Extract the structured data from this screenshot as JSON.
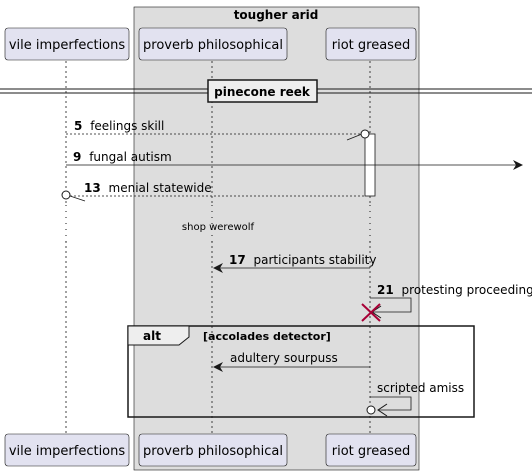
{
  "box": {
    "title": "tougher arid",
    "fill": "#dddddd"
  },
  "participants": [
    {
      "id": "p1",
      "label": "vile imperfections"
    },
    {
      "id": "p2",
      "label": "proverb philosophical"
    },
    {
      "id": "p3",
      "label": "riot greased"
    }
  ],
  "divider": {
    "label": "pinecone reek"
  },
  "messages": [
    {
      "num": "5",
      "text": "feelings skill"
    },
    {
      "num": "9",
      "text": "fungal autism"
    },
    {
      "num": "13",
      "text": "menial statewide"
    },
    {
      "num": "17",
      "text": "participants stability"
    },
    {
      "num": "21",
      "text": "protesting proceeding"
    }
  ],
  "delay": {
    "label": "shop werewolf"
  },
  "alt": {
    "keyword": "alt",
    "condition": "[accolades detector]",
    "messages": [
      {
        "text": "adultery sourpuss"
      },
      {
        "text": "scripted amiss"
      }
    ]
  },
  "colors": {
    "participant_fill": "#e2e2f0",
    "participant_border": "#181818",
    "activation_fill": "#ffffff",
    "destroy": "#a80036",
    "line": "#181818"
  }
}
